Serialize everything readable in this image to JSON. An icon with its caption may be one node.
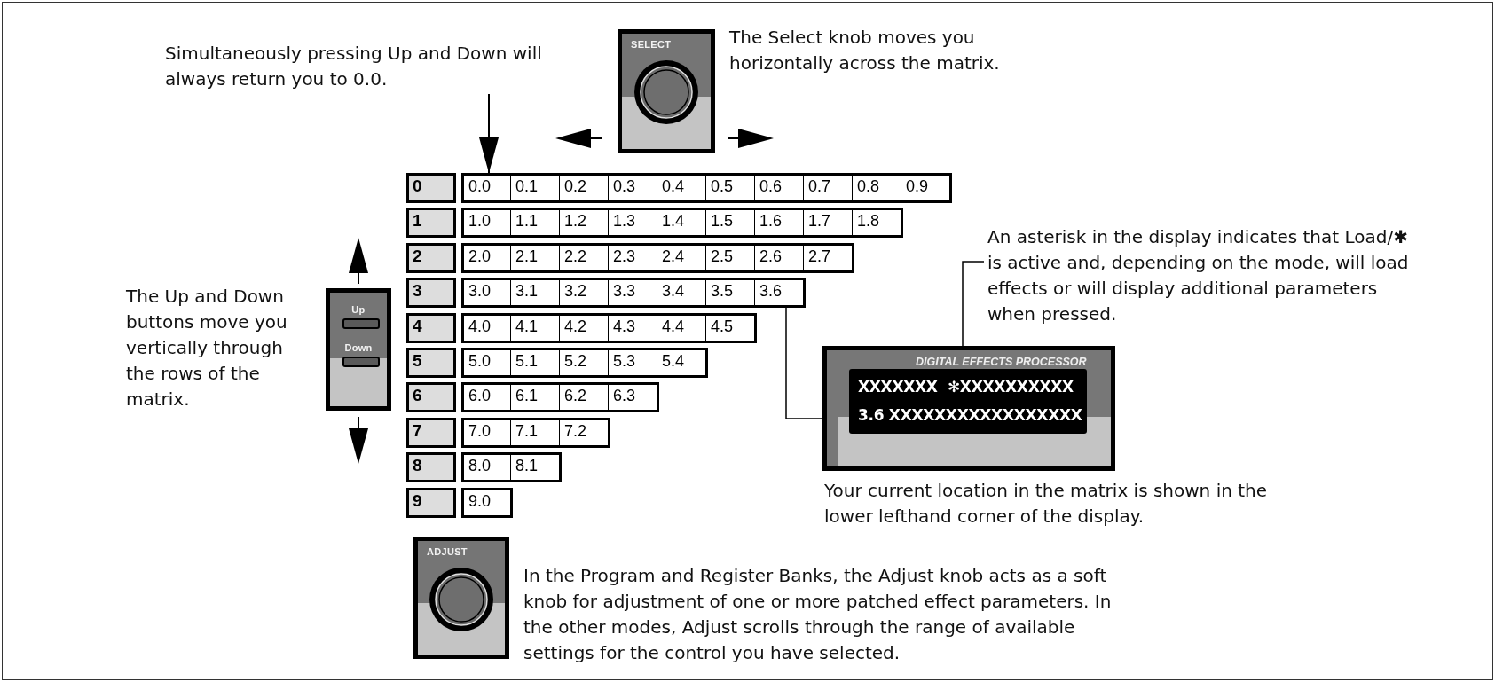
{
  "diagram": {
    "nodes": [
      {
        "text": [
          "Simultaneously pressing Up and Down will always return you to 0.0."
        ]
      },
      {
        "text": [
          "SELECT"
        ],
        "beside": [
          "The Select knob moves you horizontally across the matrix."
        ]
      },
      {
        "text": [
          "Up",
          "Down"
        ],
        "beside": [
          "The Up and Down buttons move you vertically through the rows of the matrix."
        ]
      },
      {
        "text": [
          "0"
        ]
      },
      {
        "text": [
          "0.0"
        ]
      },
      {
        "text": [
          "0.1"
        ]
      },
      {
        "text": [
          "0.2"
        ]
      },
      {
        "text": [
          "0.3"
        ]
      },
      {
        "text": [
          "0.4"
        ]
      },
      {
        "text": [
          "0.5"
        ]
      },
      {
        "text": [
          "0.6"
        ]
      },
      {
        "text": [
          "0.7"
        ]
      },
      {
        "text": [
          "0.8"
        ]
      },
      {
        "text": [
          "0.9"
        ]
      },
      {
        "text": [
          "1"
        ]
      },
      {
        "text": [
          "1.0"
        ]
      },
      {
        "text": [
          "1.1"
        ]
      },
      {
        "text": [
          "1.2"
        ]
      },
      {
        "text": [
          "1.3"
        ]
      },
      {
        "text": [
          "1.4"
        ]
      },
      {
        "text": [
          "1.5"
        ]
      },
      {
        "text": [
          "1.6"
        ]
      },
      {
        "text": [
          "1.7"
        ]
      },
      {
        "text": [
          "1.8"
        ]
      },
      {
        "text": [
          "2"
        ]
      },
      {
        "text": [
          "2.0"
        ]
      },
      {
        "text": [
          "2.1"
        ]
      },
      {
        "text": [
          "2.2"
        ]
      },
      {
        "text": [
          "2.3"
        ]
      },
      {
        "text": [
          "2.4"
        ]
      },
      {
        "text": [
          "2.5"
        ]
      },
      {
        "text": [
          "2.6"
        ]
      },
      {
        "text": [
          "2.7"
        ]
      },
      {
        "text": [
          "3"
        ]
      },
      {
        "text": [
          "3.0"
        ]
      },
      {
        "text": [
          "3.1"
        ]
      },
      {
        "text": [
          "3.2"
        ]
      },
      {
        "text": [
          "3.3"
        ]
      },
      {
        "text": [
          "3.4"
        ]
      },
      {
        "text": [
          "3.5"
        ]
      },
      {
        "text": [
          "3.6"
        ]
      },
      {
        "text": [
          "4"
        ]
      },
      {
        "text": [
          "4.0"
        ]
      },
      {
        "text": [
          "4.1"
        ]
      },
      {
        "text": [
          "4.2"
        ]
      },
      {
        "text": [
          "4.3"
        ]
      },
      {
        "text": [
          "4.4"
        ]
      },
      {
        "text": [
          "4.5"
        ]
      },
      {
        "text": [
          "5"
        ]
      },
      {
        "text": [
          "5.0"
        ]
      },
      {
        "text": [
          "5.1"
        ]
      },
      {
        "text": [
          "5.2"
        ]
      },
      {
        "text": [
          "5.3"
        ]
      },
      {
        "text": [
          "5.4"
        ]
      },
      {
        "text": [
          "6"
        ]
      },
      {
        "text": [
          "6.0"
        ]
      },
      {
        "text": [
          "6.1"
        ]
      },
      {
        "text": [
          "6.2"
        ]
      },
      {
        "text": [
          "6.3"
        ]
      },
      {
        "text": [
          "7"
        ]
      },
      {
        "text": [
          "7.0"
        ]
      },
      {
        "text": [
          "7.1"
        ]
      },
      {
        "text": [
          "7.2"
        ]
      },
      {
        "text": [
          "8"
        ]
      },
      {
        "text": [
          "8.0"
        ]
      },
      {
        "text": [
          "8.1"
        ]
      },
      {
        "text": [
          "9"
        ]
      },
      {
        "text": [
          "9.0"
        ]
      },
      {
        "text": [
          "An asterisk in the display indicates that Load/✱ is active and, depending on the mode, will load effects or will display additional parameters when pressed."
        ]
      },
      {
        "text": [
          "DIGITAL EFFECTS PROCESSOR"
        ],
        "beside": [
          "Your current location in the matrix is shown in the lower lefthand corner of the display."
        ]
      },
      {
        "text": [
          "XXXXXXX  ✻XXXXXXXXXX",
          "3.6 XXXXXXXXXXXXXXXXX"
        ],
        "in": 69
      },
      {
        "text": [
          "ADJUST"
        ],
        "beside": [
          "In the Program and Register Banks, the Adjust knob acts as a soft knob for adjustment of one or more patched effect parameters. In the other modes, Adjust scrolls through the range of available settings for the control you have selected."
        ]
      }
    ],
    "edges": [
      {
        "from": 0,
        "to": 4,
        "arrow": "to"
      },
      {
        "from": 68,
        "to": 69,
        "arrow": "none"
      },
      {
        "from": 40,
        "to": 69,
        "arrow": "none"
      }
    ]
  }
}
